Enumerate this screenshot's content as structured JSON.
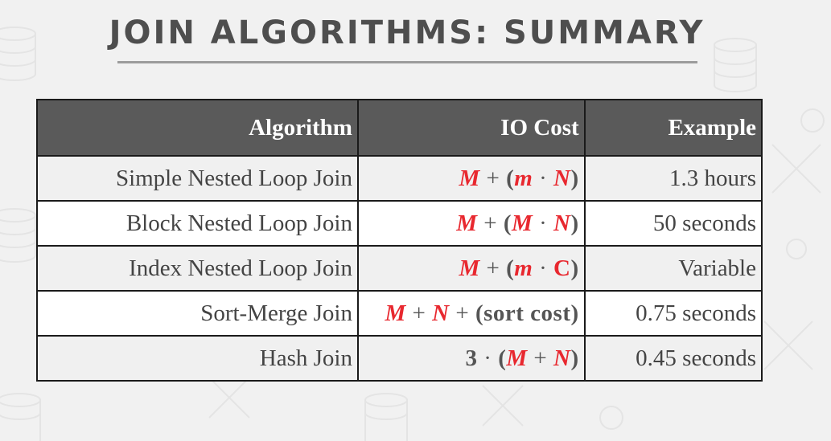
{
  "slide": {
    "title": "JOIN ALGORITHMS: SUMMARY"
  },
  "table": {
    "headers": {
      "algorithm": "Algorithm",
      "io_cost": "IO Cost",
      "example": "Example"
    },
    "rows": [
      {
        "algorithm": "Simple Nested Loop Join",
        "example": "1.3 hours",
        "cost": {
          "t1": "M",
          "t2": "+",
          "t3": "(",
          "t4": "m",
          "t5": "·",
          "t6": "N",
          "t7": ")"
        }
      },
      {
        "algorithm": "Block Nested Loop Join",
        "example": "50 seconds",
        "cost": {
          "t1": "M",
          "t2": "+",
          "t3": "(",
          "t4": "M",
          "t5": "·",
          "t6": "N",
          "t7": ")"
        }
      },
      {
        "algorithm": "Index Nested Loop Join",
        "example": "Variable",
        "cost": {
          "t1": "M",
          "t2": "+",
          "t3": "(",
          "t4": "m",
          "t5": "·",
          "t6": "C",
          "t7": ")"
        }
      },
      {
        "algorithm": "Sort-Merge Join",
        "example": "0.75 seconds",
        "cost": {
          "t1": "M",
          "t2": "+",
          "t3": "N",
          "t4": "+",
          "t5": "(sort cost)"
        }
      },
      {
        "algorithm": "Hash Join",
        "example": "0.45 seconds",
        "cost": {
          "t1": "3",
          "t2": "·",
          "t3": "(",
          "t4": "M",
          "t5": "+",
          "t6": "N",
          "t7": ")"
        }
      }
    ]
  },
  "colors": {
    "header_bg": "#5a5a5a",
    "variable_red": "#e8282f",
    "title_gray": "#4e4e4e"
  }
}
